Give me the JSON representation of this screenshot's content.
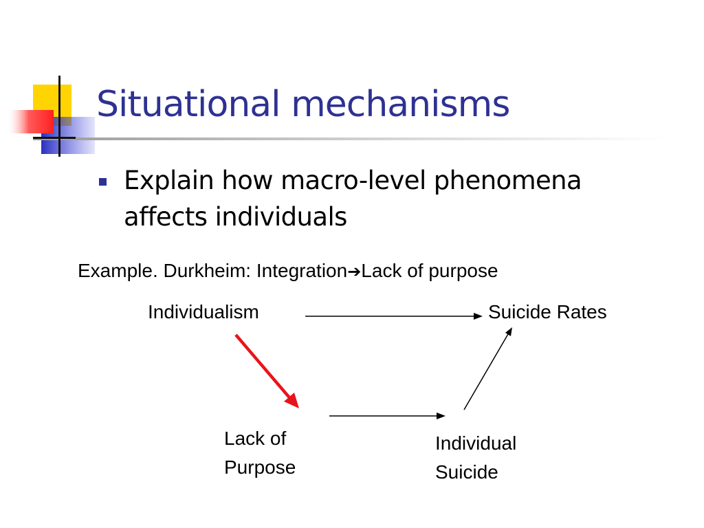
{
  "slide": {
    "title": "Situational mechanisms",
    "bullet": "Explain how macro-level phenomena affects individuals"
  },
  "example": {
    "prefix": "Example. Durkheim: Integration",
    "arrow": "➔",
    "suffix": "Lack of purpose"
  },
  "diagram": {
    "nodes": {
      "individualism": "Individualism",
      "suicide_rates": "Suicide Rates",
      "lack_of_purpose_line1": "Lack of",
      "lack_of_purpose_line2": "Purpose",
      "individual_suicide_line1": "Individual",
      "individual_suicide_line2": "Suicide"
    },
    "highlight_arrow_color": "#e8141b",
    "arrow_color": "#000000"
  },
  "colors": {
    "title": "#2e3192",
    "accent_yellow": "#ffd400",
    "accent_blue": "#3a3fc8",
    "accent_red": "#ff3c3c"
  }
}
